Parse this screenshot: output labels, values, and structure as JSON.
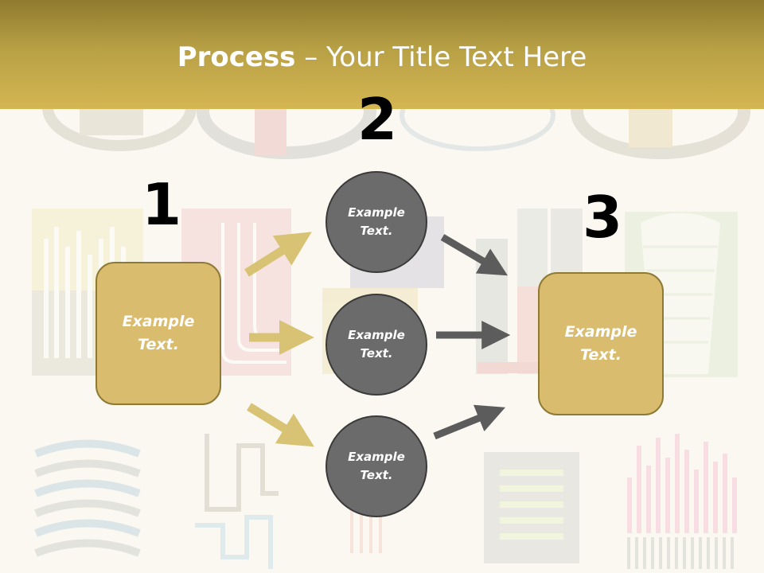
{
  "slide": {
    "title_bold": "Process",
    "title_rest": " – Your Title Text Here"
  },
  "steps": [
    {
      "number": "1",
      "box": {
        "line1": "Example",
        "line2": "Text."
      }
    },
    {
      "number": "2",
      "circles": [
        {
          "line1": "Example",
          "line2": "Text."
        },
        {
          "line1": "Example",
          "line2": "Text."
        },
        {
          "line1": "Example",
          "line2": "Text."
        }
      ]
    },
    {
      "number": "3",
      "box": {
        "line1": "Example",
        "line2": "Text."
      }
    }
  ],
  "colors": {
    "header_top": "#8f7a2e",
    "header_bottom": "#d4b652",
    "box_fill": "#d9bc6e",
    "box_border": "#8e7a34",
    "circle_fill": "#6b6b6b",
    "gold_arrow": "#d8c274",
    "gray_arrow": "#5c5c5c"
  }
}
